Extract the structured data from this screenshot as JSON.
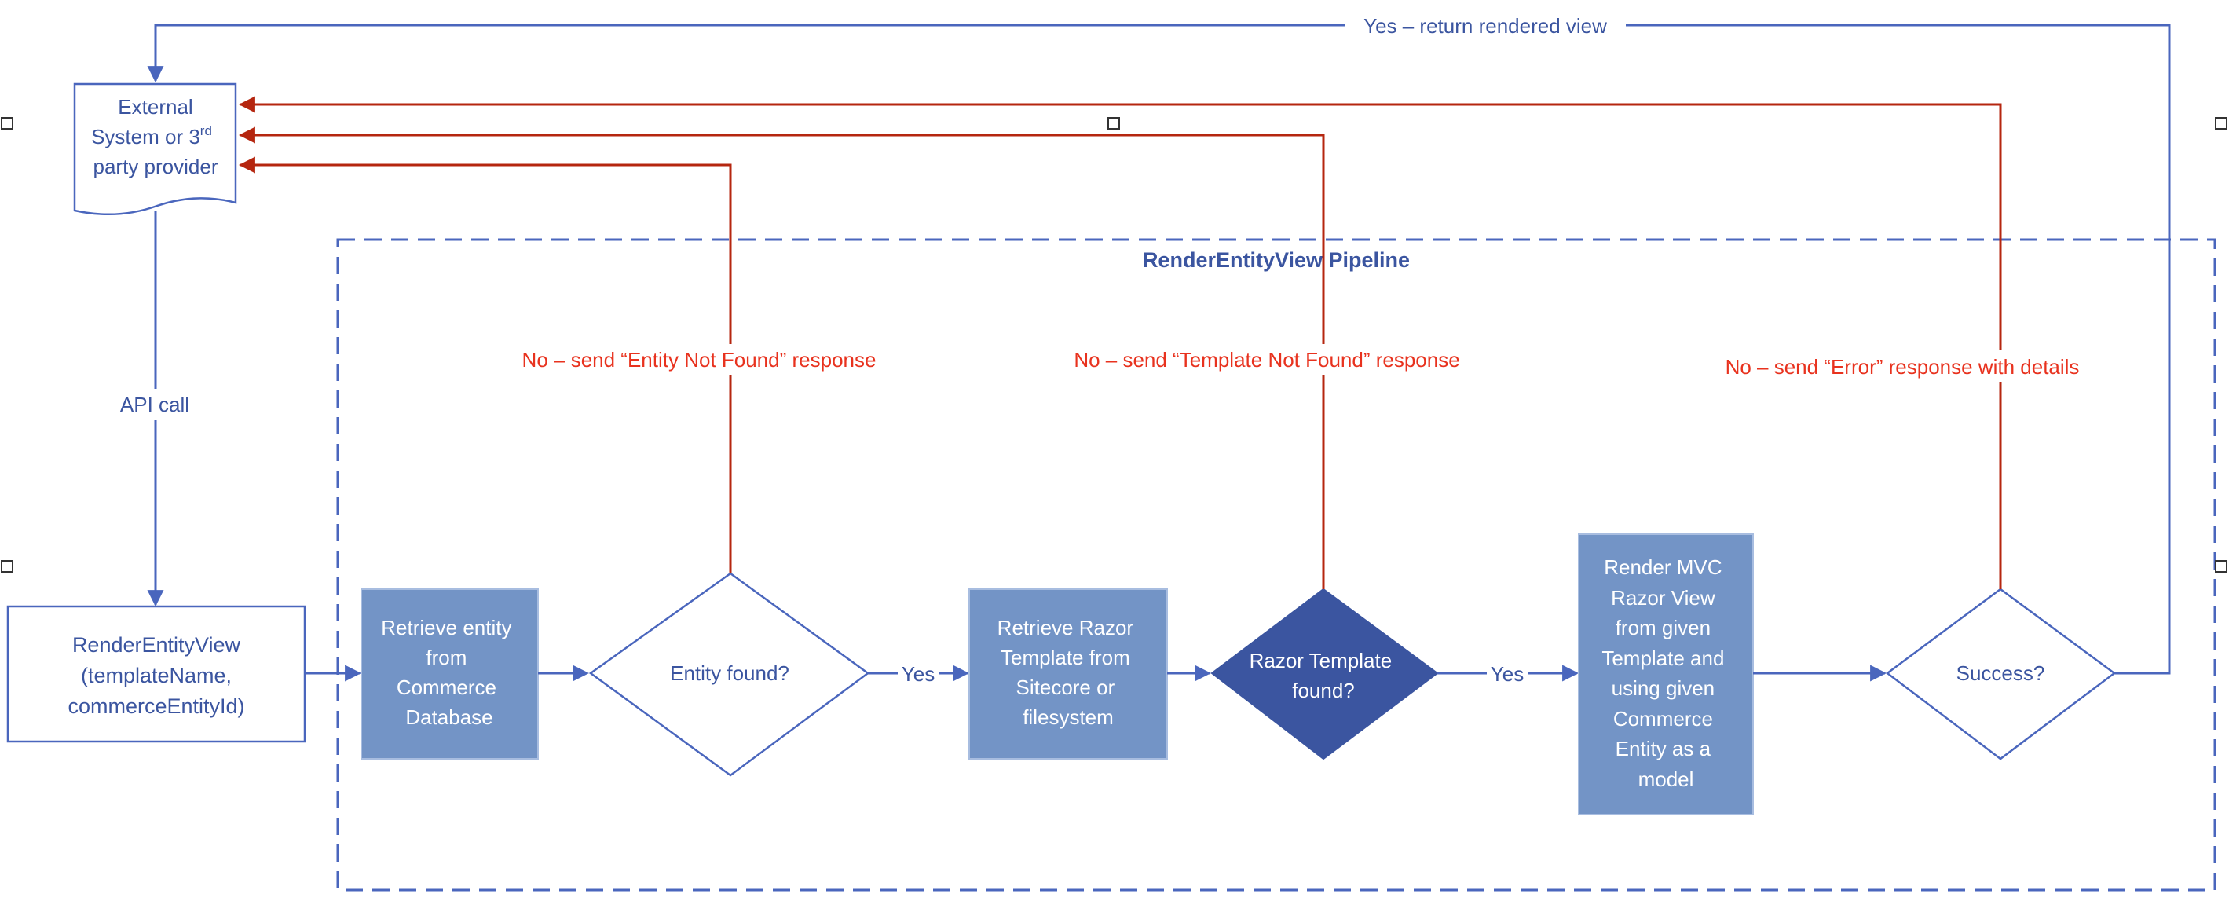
{
  "colors": {
    "blue_line": "#4a66bd",
    "red_line": "#b5260f",
    "red_text": "#e8321e",
    "box_fill": "#7394c6",
    "box_fill_light": "#ffffff",
    "diamond_dark": "#3b55a0",
    "text_blue": "#3b55a0",
    "text_white": "#ffffff"
  },
  "external": {
    "line1": "External",
    "line2": "System or 3",
    "sup": "rd",
    "line3": "party provider"
  },
  "api_call": "API call",
  "render_entity_view": {
    "line1": "RenderEntityView",
    "line2": "(templateName,",
    "line3": "commerceEntityId)"
  },
  "pipeline_title": "RenderEntityView Pipeline",
  "retrieve_entity": [
    "Retrieve entity",
    "from",
    "Commerce",
    "Database"
  ],
  "entity_found": "Entity found?",
  "yes1": "Yes",
  "retrieve_razor": [
    "Retrieve Razor",
    "Template from",
    "Sitecore or",
    "filesystem"
  ],
  "razor_found": [
    "Razor Template",
    "found?"
  ],
  "yes2": "Yes",
  "render_mvc": [
    "Render MVC",
    "Razor View",
    "from given",
    "Template and",
    "using given",
    "Commerce",
    "Entity as a",
    "model"
  ],
  "success": "Success?",
  "no_entity": "No – send “Entity Not Found” response",
  "no_template": "No – send “Template Not Found” response",
  "no_error": "No – send “Error” response with details",
  "yes_return": "Yes – return rendered view"
}
